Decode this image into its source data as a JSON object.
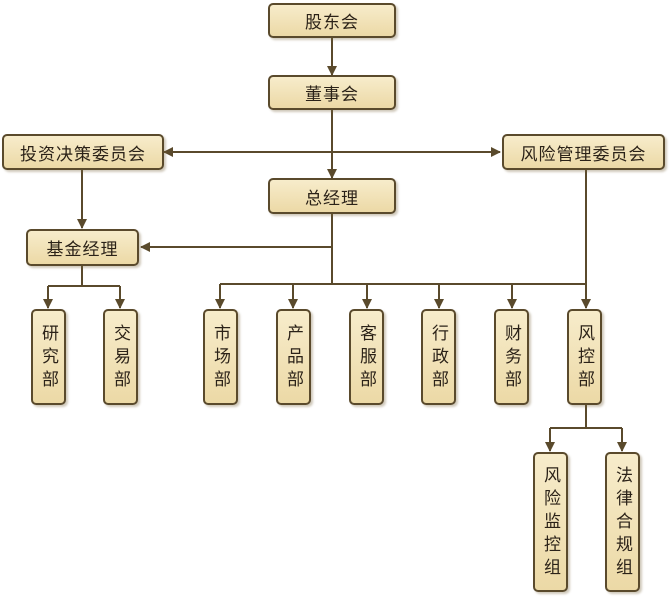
{
  "nodes": {
    "shareholders": "股东会",
    "board": "董事会",
    "investment_committee": "投资决策委员会",
    "risk_committee": "风险管理委员会",
    "gm": "总经理",
    "fund_manager": "基金经理",
    "research": "研究部",
    "trading": "交易部",
    "marketing": "市场部",
    "product": "产品部",
    "service": "客服部",
    "admin": "行政部",
    "finance": "财务部",
    "risk_control": "风控部",
    "risk_monitor": "风险监控组",
    "legal": "法律合规组"
  },
  "colors": {
    "line": "#5a4a2c",
    "fill": "#f2e4bb"
  }
}
